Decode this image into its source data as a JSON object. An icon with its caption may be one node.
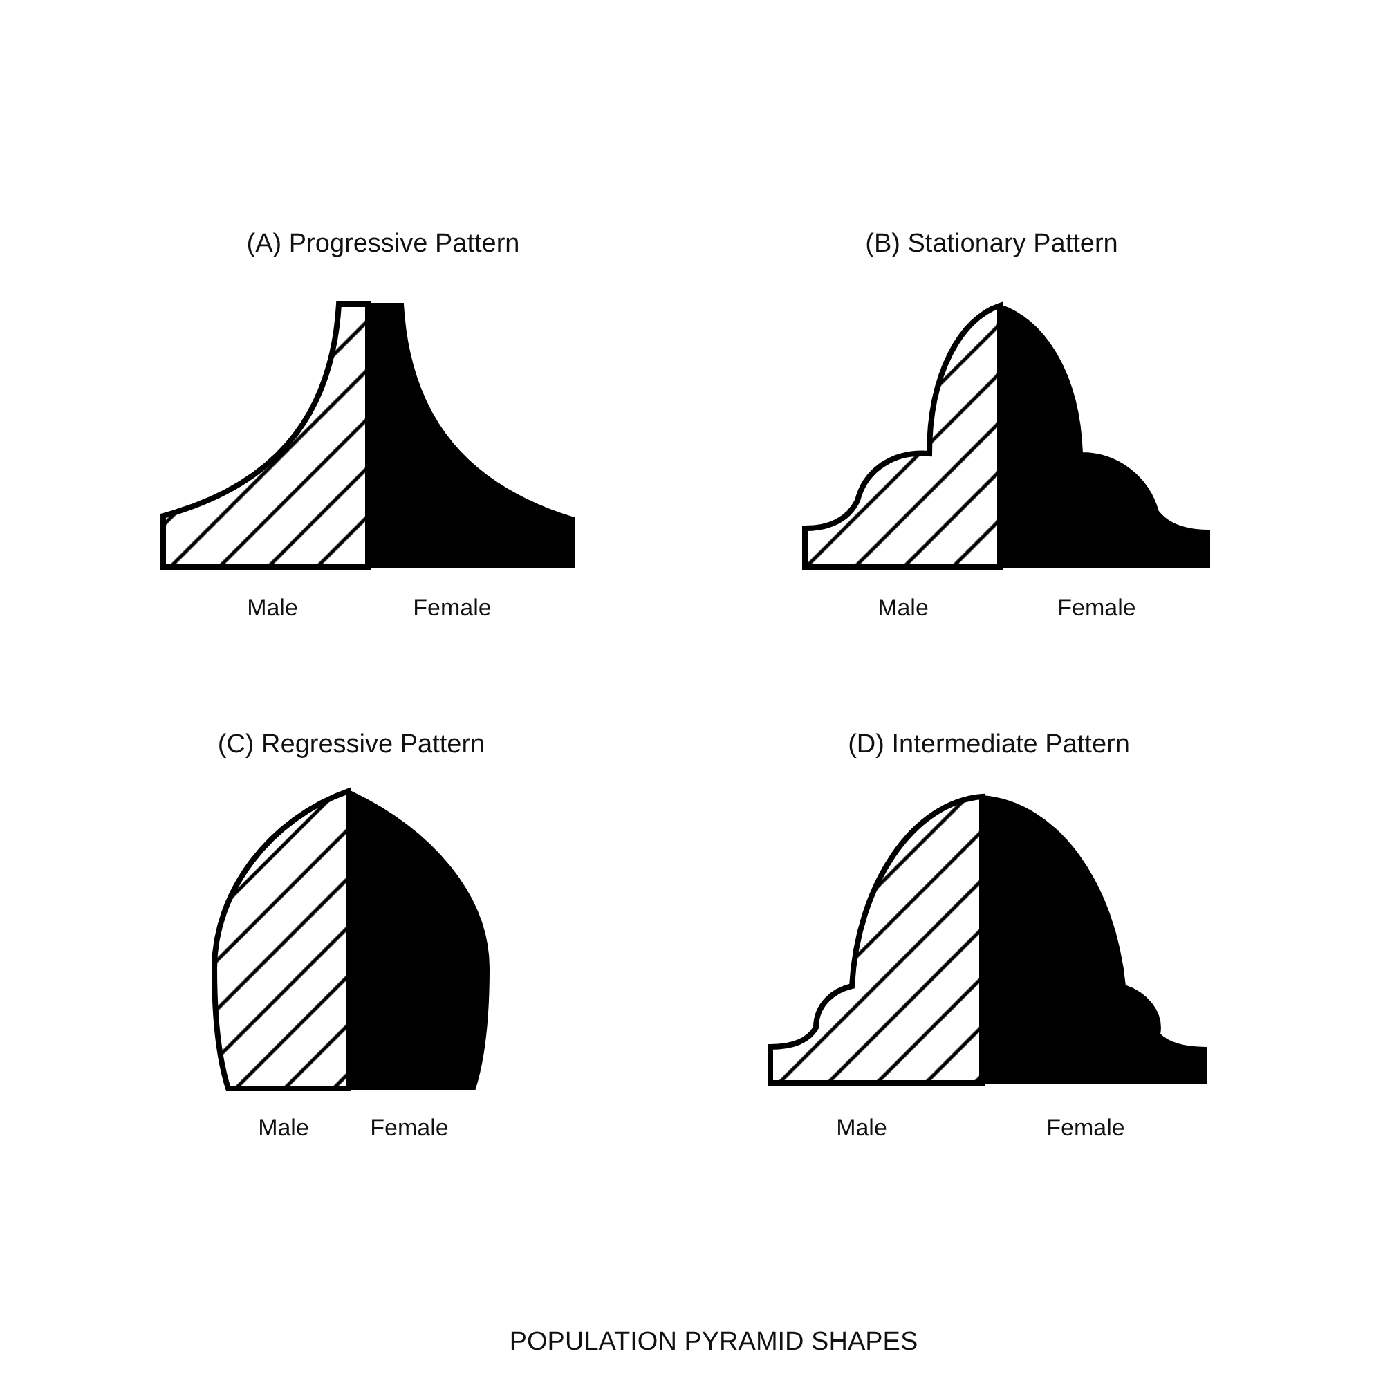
{
  "diagram": {
    "caption": "POPULATION PYRAMID SHAPES",
    "labels": [
      "(A) Progressive Pattern",
      "(B) Stationary Pattern",
      "Male",
      "Female",
      "Male",
      "Female",
      "(C) Regressive Pattern",
      "(D) Intermediate Pattern",
      "Male",
      "Female",
      "Male",
      "Female"
    ]
  }
}
